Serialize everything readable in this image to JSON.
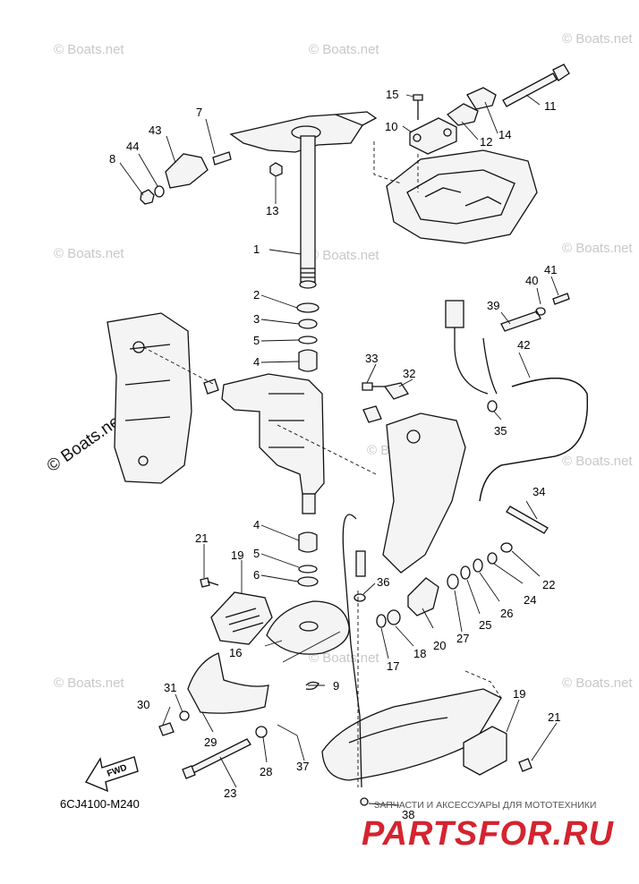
{
  "watermarks": {
    "top_left": "© Boats.net",
    "top_mid": "© Boats.net",
    "top_right": "© Boats.net",
    "upper_right": "© Boats.net",
    "mid_left": "© Boats.net",
    "left_bold": "© Boats.net",
    "center": "© Boats.net",
    "right_mid": "© Boats.net",
    "lower_left": "© Boats.net",
    "lower_center": "© Boats.net",
    "lower_right": "© Boats.net",
    "bottom_left": "© Boats.net"
  },
  "callouts": {
    "c1": "1",
    "c2": "2",
    "c3": "3",
    "c4a": "4",
    "c4b": "4",
    "c5a": "5",
    "c5b": "5",
    "c6": "6",
    "c7": "7",
    "c8": "8",
    "c9": "9",
    "c10": "10",
    "c11": "11",
    "c12": "12",
    "c13": "13",
    "c14": "14",
    "c15": "15",
    "c16": "16",
    "c17": "17",
    "c18": "18",
    "c19a": "19",
    "c19b": "19",
    "c20": "20",
    "c21a": "21",
    "c21b": "21",
    "c22": "22",
    "c23": "23",
    "c24": "24",
    "c25": "25",
    "c26": "26",
    "c27": "27",
    "c28": "28",
    "c29": "29",
    "c30": "30",
    "c31": "31",
    "c32": "32",
    "c33": "33",
    "c34": "34",
    "c35": "35",
    "c36": "36",
    "c37": "37",
    "c38": "38",
    "c39": "39",
    "c40": "40",
    "c41": "41",
    "c42": "42",
    "c43": "43",
    "c44": "44"
  },
  "fwd_label": "FWD",
  "diagram_code": "6CJ4100-M240",
  "partsfor": {
    "tagline": "ЗАПЧАСТИ И АКСЕССУАРЫ ДЛЯ МОТОТЕХНИКИ",
    "brand": "PARTSFOR.RU"
  }
}
